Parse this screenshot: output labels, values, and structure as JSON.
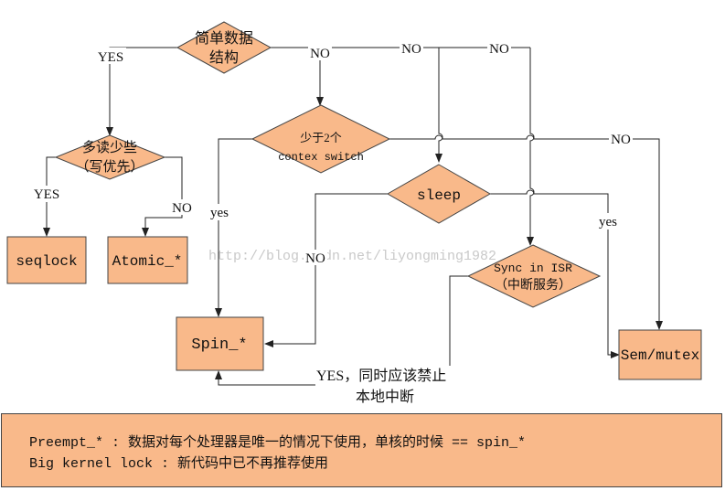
{
  "nodes": {
    "simple_data": [
      "简单数据",
      "结构"
    ],
    "read_more": [
      "多读少些",
      "（写优先）"
    ],
    "less_than_2": [
      "少于2个",
      "contex switch"
    ],
    "sleep": "sleep",
    "sync_isr": [
      "Sync in ISR",
      "（中断服务）"
    ],
    "seqlock": "seqlock",
    "atomic": "Atomic_*",
    "spin": "Spin_*",
    "sem_mutex": "Sem/mutex"
  },
  "edge_labels": {
    "simple_yes": "YES",
    "simple_no_1": "NO",
    "simple_no_2": "NO",
    "simple_no_3": "NO",
    "read_yes": "YES",
    "read_no": "NO",
    "less_yes": "yes",
    "less_no": "NO",
    "sleep_no": "NO",
    "sleep_yes": "yes",
    "isr_yes": [
      "YES，同时应该禁止",
      "本地中断"
    ]
  },
  "watermark": "http://blog.csdn.net/liyongming1982",
  "notes": [
    "Preempt_* : 数据对每个处理器是唯一的情况下使用，单核的时候 == spin_*",
    "Big kernel lock : 新代码中已不再推荐使用"
  ],
  "colors": {
    "node_fill": "#f9b98a",
    "stroke": "#444444"
  }
}
